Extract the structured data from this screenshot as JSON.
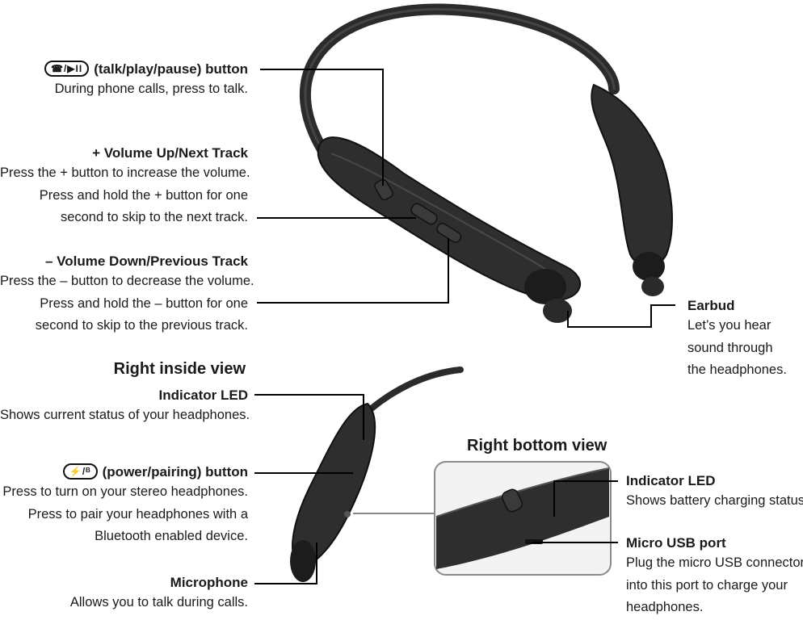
{
  "talk_button": {
    "icon": "phone-play-pause-icon",
    "icon_text": "☎/▶II",
    "title": "(talk/play/pause) button",
    "desc": [
      "During phone calls, press to talk."
    ]
  },
  "volume_up": {
    "title": "+ Volume Up/Next Track",
    "desc": [
      "Press the + button to increase the volume.",
      "Press and hold the + button for one",
      "second to skip to the next track."
    ]
  },
  "volume_down": {
    "title": "– Volume Down/Previous Track",
    "desc": [
      "Press the – button to decrease the volume.",
      "Press and hold the – button for one",
      "second to skip to the previous track."
    ]
  },
  "earbud": {
    "title": "Earbud",
    "desc": [
      "Let’s you hear",
      "sound through",
      "the headphones."
    ]
  },
  "right_inside_view": {
    "heading": "Right inside view"
  },
  "indicator_led_inside": {
    "title": "Indicator LED",
    "desc": [
      "Shows current status of your headphones."
    ]
  },
  "power_button": {
    "icon": "power-pairing-icon",
    "icon_text": "⚡/ᴮ",
    "title": "(power/pairing) button",
    "desc": [
      "Press to turn on your stereo headphones.",
      "Press to pair your headphones with a",
      "Bluetooth enabled device."
    ]
  },
  "microphone": {
    "title": "Microphone",
    "desc": [
      "Allows you to talk during calls."
    ]
  },
  "right_bottom_view": {
    "heading": "Right bottom view"
  },
  "indicator_led_bottom": {
    "title": "Indicator LED",
    "desc": [
      "Shows battery charging status."
    ]
  },
  "micro_usb": {
    "title": "Micro USB port",
    "desc": [
      "Plug the micro USB connector",
      "into this port to charge your",
      "headphones."
    ]
  },
  "colors": {
    "text": "#1a1a1a",
    "device": "#2b2b2b",
    "device_dark": "#141414",
    "line": "#000000",
    "frame": "#8a8a8a"
  }
}
